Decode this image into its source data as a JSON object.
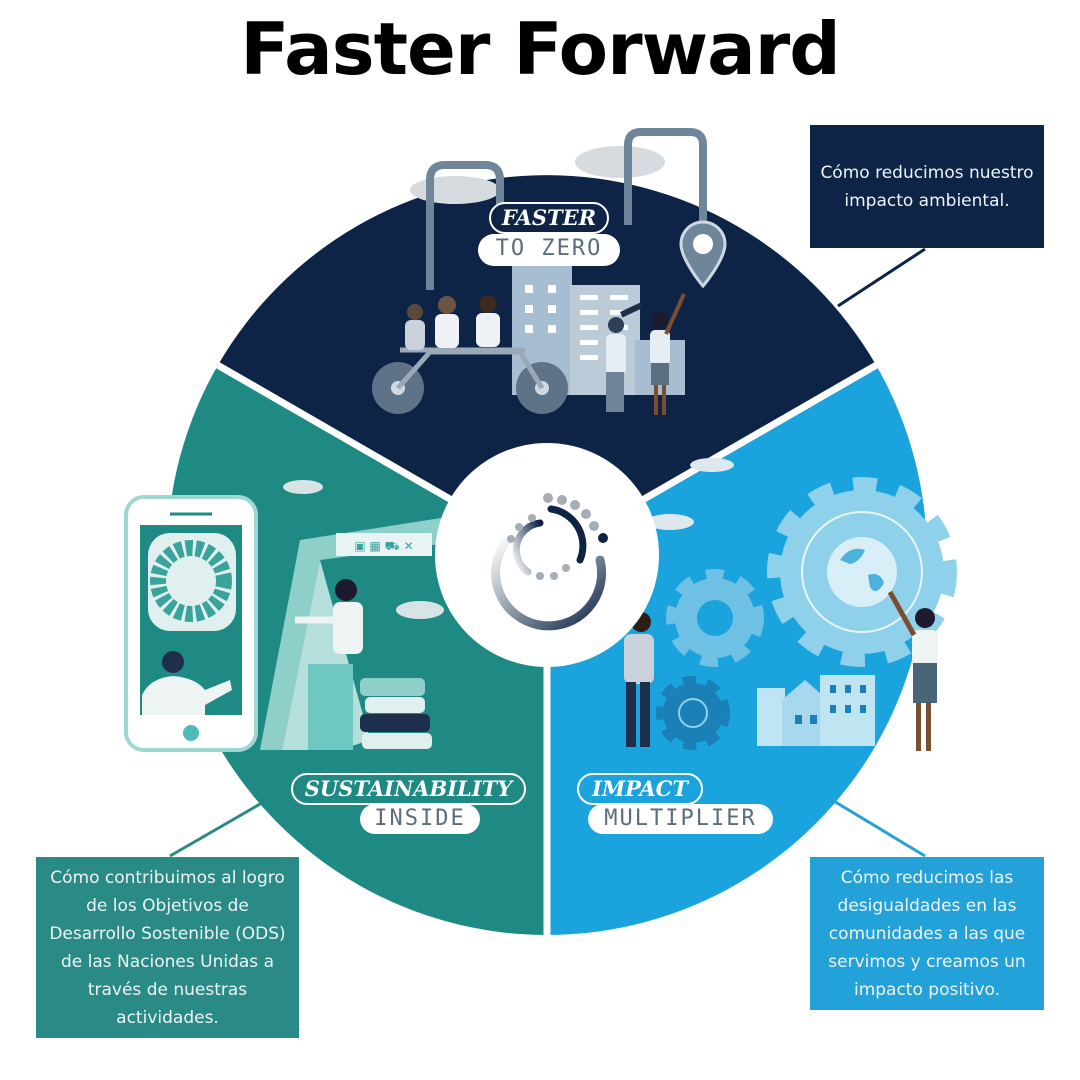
{
  "title": "Faster Forward",
  "segments": [
    {
      "id": "faster-to-zero",
      "badge_top": "FASTER",
      "badge_bottom": "TO ZERO",
      "color": "#0d2447",
      "illustration": "tandem-bike-city-location-pin"
    },
    {
      "id": "sustainability-inside",
      "badge_top": "SUSTAINABILITY",
      "badge_bottom": "INSIDE",
      "color": "#1f8a84",
      "illustration": "phone-sdg-wheel-presenter-books"
    },
    {
      "id": "impact-multiplier",
      "badge_top": "IMPACT",
      "badge_bottom": "MULTIPLIER",
      "color": "#1aa3dc",
      "illustration": "gears-globe-buildings-people"
    }
  ],
  "callouts": {
    "navy": "Cómo reducimos nuestro impacto ambiental.",
    "teal": "Cómo contribuimos al logro de los Objetivos de Desarrollo Sostenible (ODS) de las Naciones Unidas a través de nuestras actividades.",
    "blue": "Cómo reducimos las desigualdades en las comunidades a las que servimos y creamos un impacto positivo."
  },
  "center_logo": "circular-dots-logo",
  "colors": {
    "navy": "#0d2447",
    "teal": "#1f8a84",
    "blue": "#1aa3dc",
    "callout_teal": "#2a8a85",
    "callout_blue": "#22a2d8"
  }
}
